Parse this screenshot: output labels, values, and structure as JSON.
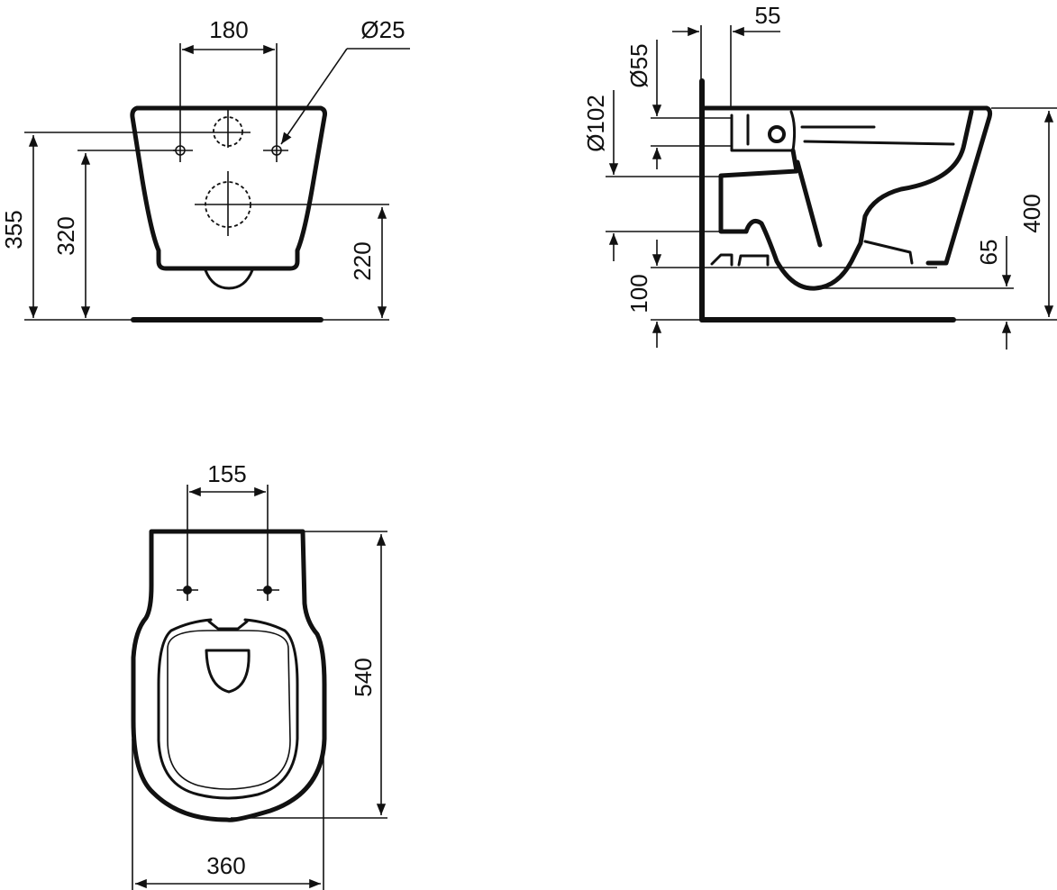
{
  "views": {
    "front": {
      "label": "front-view",
      "dims": {
        "hole_spacing": "180",
        "hole_diameter": "Ø25",
        "height_top_line": "355",
        "height_fixing": "320",
        "height_outlet": "220"
      }
    },
    "side": {
      "label": "side-view",
      "dims": {
        "inlet_offset": "55",
        "inlet_diameter": "Ø55",
        "outlet_diameter": "Ø102",
        "floor_clearance": "100",
        "bowl_height": "400",
        "bottom_offset": "65"
      }
    },
    "top": {
      "label": "top-view",
      "dims": {
        "seat_hole_spacing": "155",
        "length": "540",
        "width": "360"
      }
    }
  },
  "colors": {
    "line": "#111111",
    "background": "#ffffff"
  }
}
